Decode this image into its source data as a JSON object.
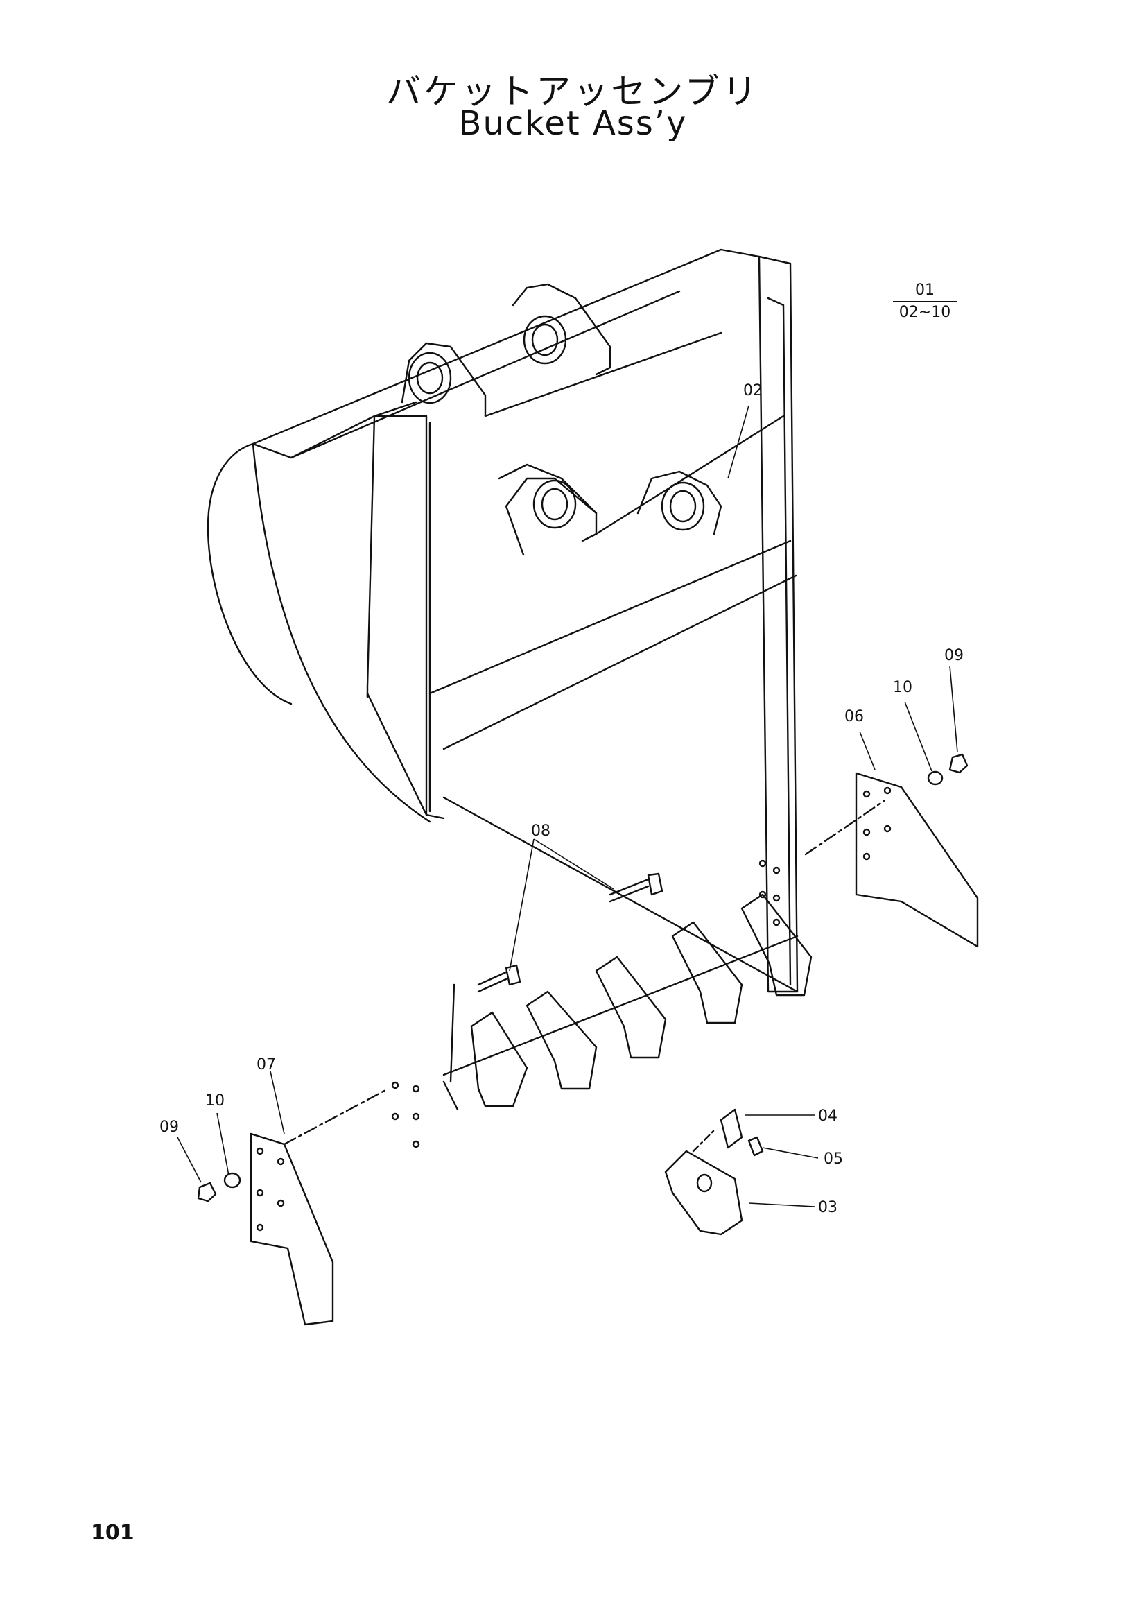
{
  "title": {
    "japanese": "バケットアッセンブリ",
    "english": "Bucket Ass’y"
  },
  "assembly_range": {
    "top": "01",
    "bottom": "02∼10"
  },
  "callouts": {
    "c02": "02",
    "c03": "03",
    "c04": "04",
    "c05": "05",
    "c06": "06",
    "c07": "07",
    "c08": "08",
    "c09_right": "09",
    "c10_right": "10",
    "c09_left": "09",
    "c10_left": "10"
  },
  "page_number": "101"
}
